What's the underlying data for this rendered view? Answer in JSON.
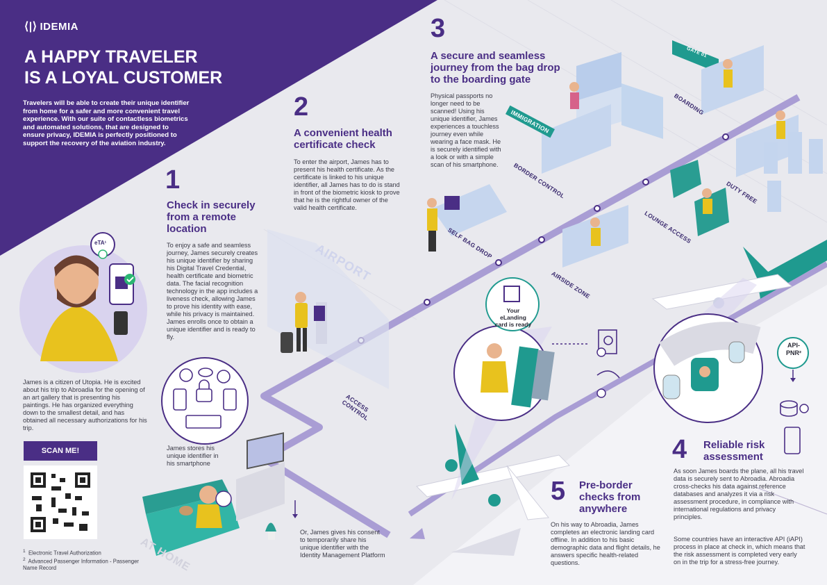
{
  "brand": {
    "name": "IDEMIA"
  },
  "colors": {
    "purple": "#4a2e85",
    "teal": "#1f9a8f",
    "yellow": "#e8c21e",
    "route": "#a99dd4",
    "ground": "#e9e9ee"
  },
  "hero": {
    "title_line1": "A HAPPY TRAVELER",
    "title_line2": "IS A LOYAL CUSTOMER",
    "intro": "Travelers will be able to create their unique identifier from home for a safer and more convenient travel experience. With our suite of contactless biometrics and automated solutions, that are designed to ensure privacy, IDEMIA is perfectly positioned to support the recovery of the aviation industry."
  },
  "eta_badge": "eTA¹",
  "persona": {
    "text": "James is a citizen of Utopia. He is excited about his trip to Abroadia for the opening of an art gallery that is presenting his paintings. He has organized everything down to the smallest detail, and has obtained all necessary authorizations for his trip."
  },
  "scan": {
    "label": "SCAN ME!"
  },
  "footnotes": [
    {
      "num": "1",
      "text": "Electronic Travel Authorization"
    },
    {
      "num": "2",
      "text": "Advanced Passenger Information - Passenger Name Record"
    }
  ],
  "steps": [
    {
      "number": "1",
      "title": "Check in securely from a remote location",
      "body": "To enjoy a safe and seamless journey, James securely creates his unique identifier by sharing his Digital Travel Credential, health certificate and biometric data. The facial recognition technology in the app includes a liveness check, allowing James to prove his identity with ease, while his privacy is maintained. James enrolls once to obtain a unique identifier and is ready to fly."
    },
    {
      "number": "2",
      "title": "A convenient health certificate check",
      "body": "To enter the airport, James has to present his health certificate. As the certificate is linked to his unique identifier, all James has to do is stand in front of the biometric kiosk to prove that he is the rightful owner of the valid health certificate."
    },
    {
      "number": "3",
      "title": "A secure and seamless journey from the bag drop to the boarding gate",
      "body": "Physical passports no longer need to be scanned! Using his unique identifier, James experiences a touchless journey even while wearing a face mask. He is securely identified with a look or with a simple scan of his smartphone."
    },
    {
      "number": "4",
      "title": "Reliable risk assessment",
      "body": "As soon James boards the plane, all his travel data is securely sent to Abroadia. Abroadia cross-checks his data against reference databases and analyzes it via a risk assessment procedure, in compliance with international regulations and privacy principles.",
      "body2": "Some countries have an interactive API (iAPI) process in place at check in, which means that the risk assessment is completed very early on in the trip for a stress-free journey."
    },
    {
      "number": "5",
      "title": "Pre-border checks from anywhere",
      "body": "On his way to Abroadia, James completes an electronic landing card offline. In addition to his basic demographic data and flight details, he answers specific health-related questions."
    }
  ],
  "home": {
    "stores_text": "James stores his unique identifier in his smartphone",
    "consent_text": "Or, James gives his consent to temporarily share his unique identifier with the Identity Management Platform"
  },
  "zones": {
    "airport": "AIRPORT",
    "at_home": "AT HOME",
    "access_control": "ACCESS CONTROL",
    "self_bag_drop": "SELF BAG DROP",
    "airside_zone": "AIRSIDE ZONE",
    "border_control": "BORDER CONTROL",
    "lounge_access": "LOUNGE ACCESS",
    "immigration": "IMMIGRATION",
    "duty_free": "DUTY FREE",
    "boarding": "BOARDING",
    "gate": "GATE 01"
  },
  "landing_card": {
    "text": "Your eLanding card is ready"
  },
  "api_pnr": {
    "text": "API-PNR²"
  }
}
